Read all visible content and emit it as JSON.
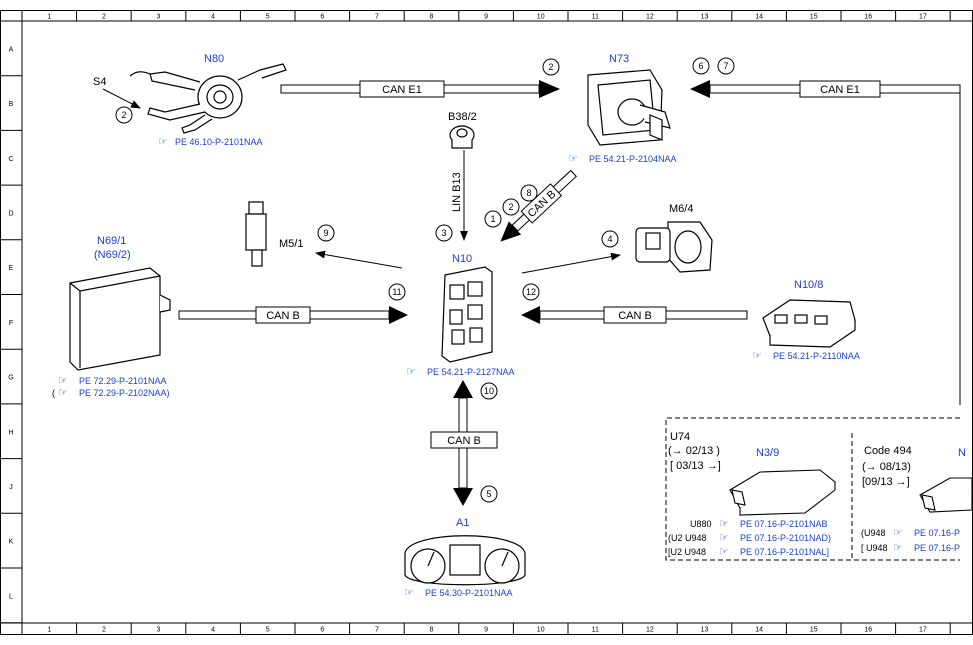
{
  "grid": {
    "columns": [
      "1",
      "2",
      "3",
      "4",
      "5",
      "6",
      "7",
      "8",
      "9",
      "10",
      "11",
      "12",
      "13",
      "14",
      "15",
      "16",
      "17"
    ],
    "rows": [
      "A",
      "B",
      "C",
      "D",
      "E",
      "F",
      "G",
      "H",
      "J",
      "K",
      "L"
    ]
  },
  "components": {
    "n80": {
      "code": "N80",
      "sub": "S4",
      "ref": "PE 46.10-P-2101NAA"
    },
    "n73": {
      "code": "N73",
      "ref": "PE 54.21-P-2104NAA"
    },
    "b38_2": {
      "code": "B38/2"
    },
    "m5_1": {
      "code": "M5/1"
    },
    "m6_4": {
      "code": "M6/4"
    },
    "n69_1": {
      "code": "N69/1",
      "alt": "(N69/2)",
      "ref1": "PE 72.29-P-2101NAA",
      "ref2": "PE 72.29-P-2102NAA)",
      "ref2_prefix": "("
    },
    "n10": {
      "code": "N10",
      "ref": "PE 54.21-P-2127NAA"
    },
    "n10_8": {
      "code": "N10/8",
      "ref": "PE 54.21-P-2110NAA"
    },
    "a1": {
      "code": "A1",
      "ref": "PE 54.30-P-2101NAA"
    }
  },
  "buses": {
    "can_e1_top": "CAN E1",
    "can_e1_right": "CAN E1",
    "lin_b13": "LIN B13",
    "can_b_diag": "CAN B",
    "can_b_left": "CAN B",
    "can_b_right": "CAN B",
    "can_b_vertical": "CAN B"
  },
  "callouts": {
    "c_s4_2": "2",
    "c_n73_2": "2",
    "c_6": "6",
    "c_7": "7",
    "c_3": "3",
    "c_1": "1",
    "c_2b": "2",
    "c_8": "8",
    "c_9": "9",
    "c_4": "4",
    "c_11": "11",
    "c_12": "12",
    "c_10": "10",
    "c_5": "5"
  },
  "variant_box": {
    "left": {
      "code": "U74",
      "date1": "(→ 02/13 )",
      "date2": "[ 03/13 →]",
      "component": "N3/9",
      "rows": [
        {
          "prefix": "U880",
          "ref": "PE 07.16-P-2101NAB"
        },
        {
          "prefix": "(U2  U948",
          "ref": "PE 07.16-P-2101NAD)"
        },
        {
          "prefix": "[U2  U948",
          "ref": "PE 07.16-P-2101NAL]"
        }
      ]
    },
    "right": {
      "code": "Code 494",
      "date1": "(→ 08/13)",
      "date2": "[09/13  →]",
      "component": "N",
      "rows": [
        {
          "prefix": "(U948",
          "ref": "PE 07.16-P"
        },
        {
          "prefix": "[ U948",
          "ref": "PE 07.16-P"
        }
      ]
    }
  }
}
